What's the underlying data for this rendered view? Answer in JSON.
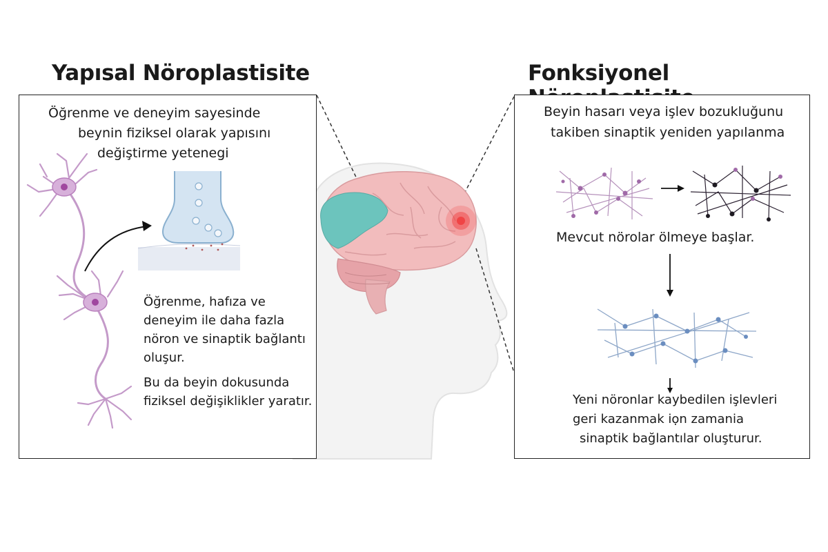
{
  "left": {
    "title": "Yapısal Nöroplastisite",
    "intro": {
      "line1": "Öğrenme ve deneyim sayesinde",
      "line2": "beynin fiziksel olarak yapısını",
      "line3": "değiştirme yetenegi"
    },
    "learning": {
      "line1": "Öğrenme, hafıza ve",
      "line2": "deneyim ile daha fazla",
      "line3": "nöron ve sinaptik bağlantı",
      "line4": "oluşur."
    },
    "change": {
      "line1": "Bu da beyin dokusunda",
      "line2": "fiziksel değişiklikler yaratır."
    }
  },
  "right": {
    "title": "Fonksiyonel Nöroplastisite",
    "intro": {
      "line1": "Beyin hasarı veya işlev bozukluğunu",
      "line2": "takiben sinaptik yeniden yapılanma"
    },
    "dying": "Mevcut nörolar ölmeye başlar.",
    "new_neurons": {
      "line1": "Yeni nöronlar kaybedilen işlevleri",
      "line2": "geri kazanmak iọn zamania",
      "line3": "sinaptik bağlantılar oluşturur."
    }
  },
  "colors": {
    "neuron": "#c49ac9",
    "neuron_nucleus": "#a0479f",
    "brain": "#f2bcbd",
    "brain_highlight": "#6cc4bd",
    "damage": "#f03a3a",
    "network_new": "#8da6c8",
    "network_dark": "#2a2030"
  },
  "icons": [
    "neuron-icon",
    "synapse-icon",
    "brain-icon",
    "neural-network-icon",
    "arrow-icon"
  ]
}
